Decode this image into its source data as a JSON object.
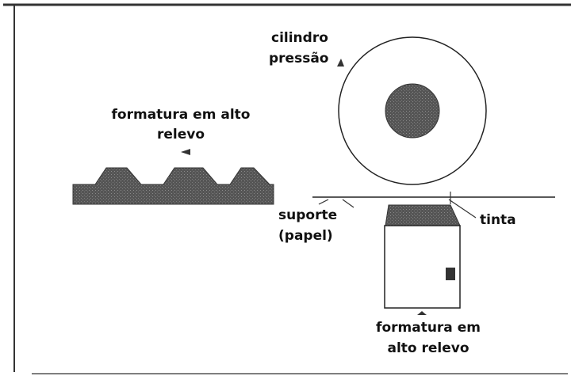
{
  "labels": {
    "cylinder_line1": "cilindro",
    "cylinder_line2": "pressão",
    "plate_left_line1": "formatura em alto",
    "plate_left_line2": "relevo",
    "support_line1": "suporte",
    "support_line2": "(papel)",
    "ink": "tinta",
    "plate_bottom_line1": "formatura em",
    "plate_bottom_line2": "alto relevo"
  },
  "colors": {
    "ink_fill": "#5a5a5a",
    "line": "#222222",
    "background": "#ffffff"
  }
}
